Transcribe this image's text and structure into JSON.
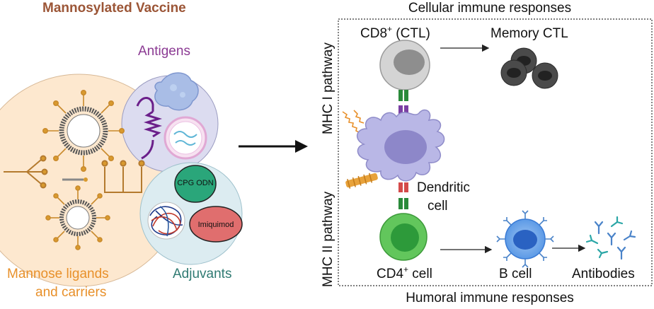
{
  "vaccine": {
    "title": "Mannosylated Vaccine",
    "antigens_label": "Antigens",
    "carriers_label_line1": "Mannose ligands",
    "carriers_label_line2": "and carriers",
    "adjuvants_label": "Adjuvants",
    "cpg_label": "CPG ODN",
    "imiquimod_label": "Imiquimod"
  },
  "immune": {
    "cellular_title": "Cellular immune responses",
    "humoral_title": "Humoral immune responses",
    "mhc1_label": "MHC I pathway",
    "mhc2_label": "MHC II pathway",
    "cd8_label": "CD8",
    "cd8_sup": "+",
    "cd8_suffix": " (CTL)",
    "memory_label": "Memory CTL",
    "dendritic_line1": "Dendritic",
    "dendritic_line2": "cell",
    "cd4_label": "CD4",
    "cd4_sup": "+",
    "cd4_suffix": " cell",
    "bcell_label": "B cell",
    "antibodies_label": "Antibodies"
  },
  "colors": {
    "title_brown": "#9b5536",
    "antigen_purple": "#8b3a93",
    "mannose_orange": "#e8902a",
    "adjuvant_teal": "#2f7a72",
    "carrier_bg": "#fde8cf",
    "antigen_bg": "#dcdcf0",
    "adjuvant_bg": "#dcecf1",
    "dendritic": "#b9b7e6",
    "cd4_green": "#62c65c",
    "bcell_blue": "#3a7bd5"
  }
}
